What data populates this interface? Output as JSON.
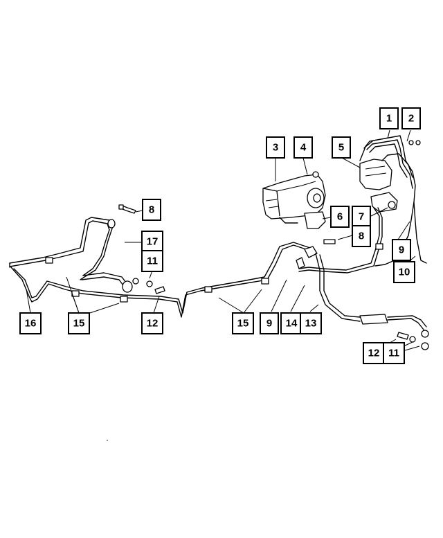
{
  "diagram": {
    "callouts": [
      {
        "id": "c1",
        "label": "1"
      },
      {
        "id": "c2",
        "label": "2"
      },
      {
        "id": "c3",
        "label": "3"
      },
      {
        "id": "c4",
        "label": "4"
      },
      {
        "id": "c5",
        "label": "5"
      },
      {
        "id": "c6",
        "label": "6"
      },
      {
        "id": "c7",
        "label": "7"
      },
      {
        "id": "c8a",
        "label": "8"
      },
      {
        "id": "c8b",
        "label": "8"
      },
      {
        "id": "c9a",
        "label": "9"
      },
      {
        "id": "c9b",
        "label": "9"
      },
      {
        "id": "c10",
        "label": "10"
      },
      {
        "id": "c11a",
        "label": "11"
      },
      {
        "id": "c11b",
        "label": "11"
      },
      {
        "id": "c12a",
        "label": "12"
      },
      {
        "id": "c12b",
        "label": "12"
      },
      {
        "id": "c13",
        "label": "13"
      },
      {
        "id": "c14",
        "label": "14"
      },
      {
        "id": "c15a",
        "label": "15"
      },
      {
        "id": "c15b",
        "label": "15"
      },
      {
        "id": "c16",
        "label": "16"
      },
      {
        "id": "c17",
        "label": "17"
      }
    ]
  }
}
